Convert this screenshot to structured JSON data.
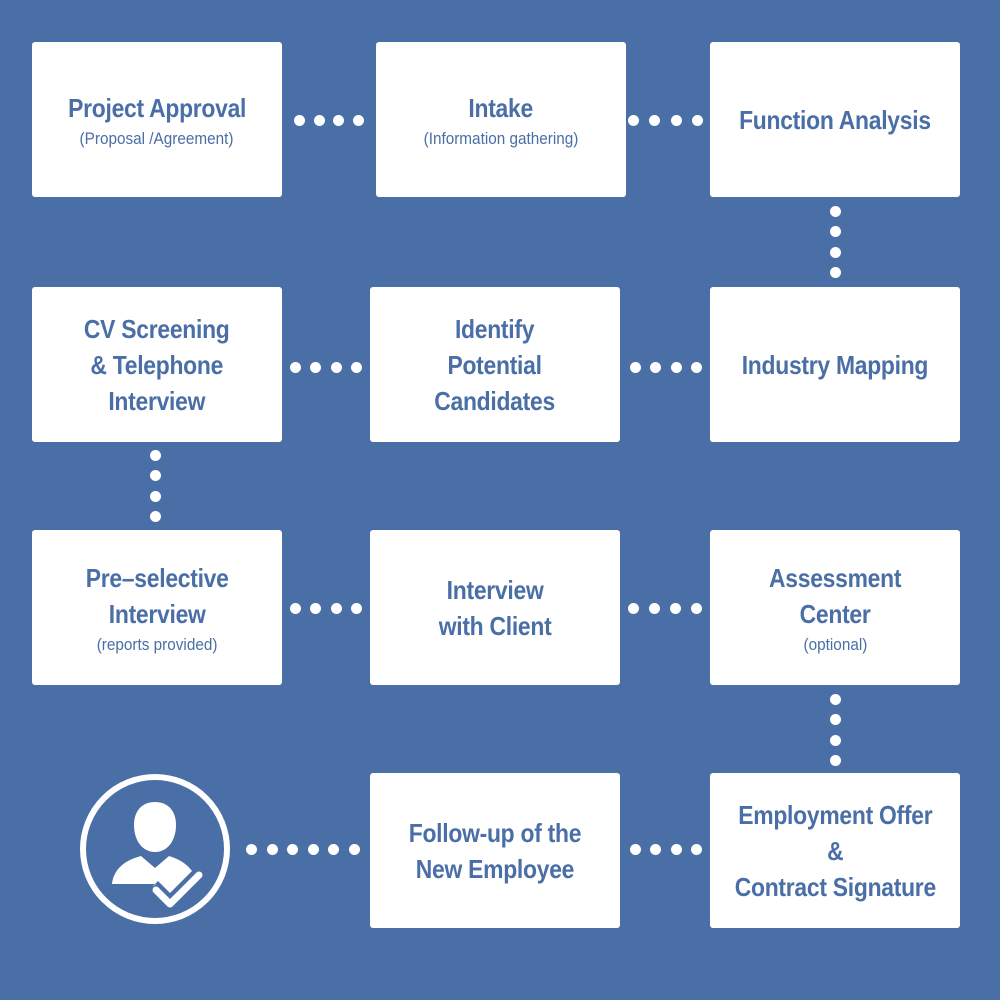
{
  "steps": [
    {
      "title": "Project Approval",
      "sub": "(Proposal /Agreement)"
    },
    {
      "title": "Intake",
      "sub": "(Information gathering)"
    },
    {
      "title": "Function Analysis",
      "sub": ""
    },
    {
      "title": "Industry Mapping",
      "sub": ""
    },
    {
      "title": "Identify\nPotential\nCandidates",
      "sub": ""
    },
    {
      "title": "CV Screening\n& Telephone\nInterview",
      "sub": ""
    },
    {
      "title": "Pre–selective\nInterview",
      "sub": "(reports provided)"
    },
    {
      "title": "Interview\nwith Client",
      "sub": ""
    },
    {
      "title": "Assessment\nCenter",
      "sub": "(optional)"
    },
    {
      "title": "Employment Offer\n&\nContract Signature",
      "sub": ""
    },
    {
      "title": "Follow-up of the\nNew Employee",
      "sub": ""
    }
  ],
  "icons": {
    "final": "user-check-icon"
  },
  "colors": {
    "background": "#4a6ea6",
    "box": "#ffffff",
    "text": "#4a6ea6",
    "connector": "#ffffff"
  }
}
